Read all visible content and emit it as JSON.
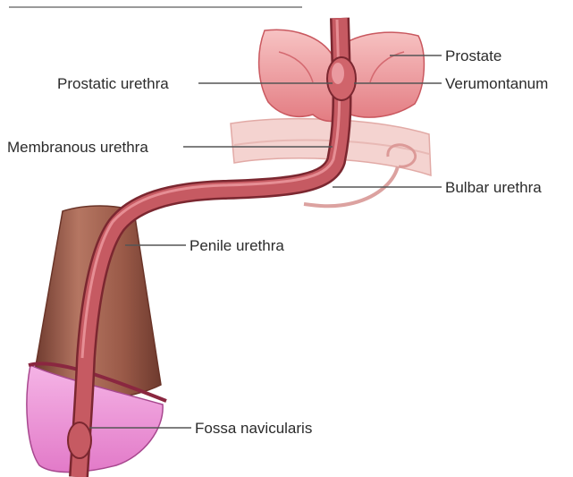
{
  "labels": {
    "prostate": "Prostate",
    "verumontanum": "Verumontanum",
    "prostatic_urethra": "Prostatic urethra",
    "membranous_urethra": "Membranous urethra",
    "bulbar_urethra": "Bulbar urethra",
    "penile_urethra": "Penile urethra",
    "fossa_navicularis": "Fossa navicularis"
  },
  "colors": {
    "urethra": "#c4565d",
    "urethra_dark": "#8f2f36",
    "prostate": "#e98a8f",
    "prostate_light": "#f4b5b6",
    "shaft": "#9a5a48",
    "glans": "#e98fd4",
    "diaphragm": "#f2c9c6",
    "leader_line": "#555555"
  }
}
